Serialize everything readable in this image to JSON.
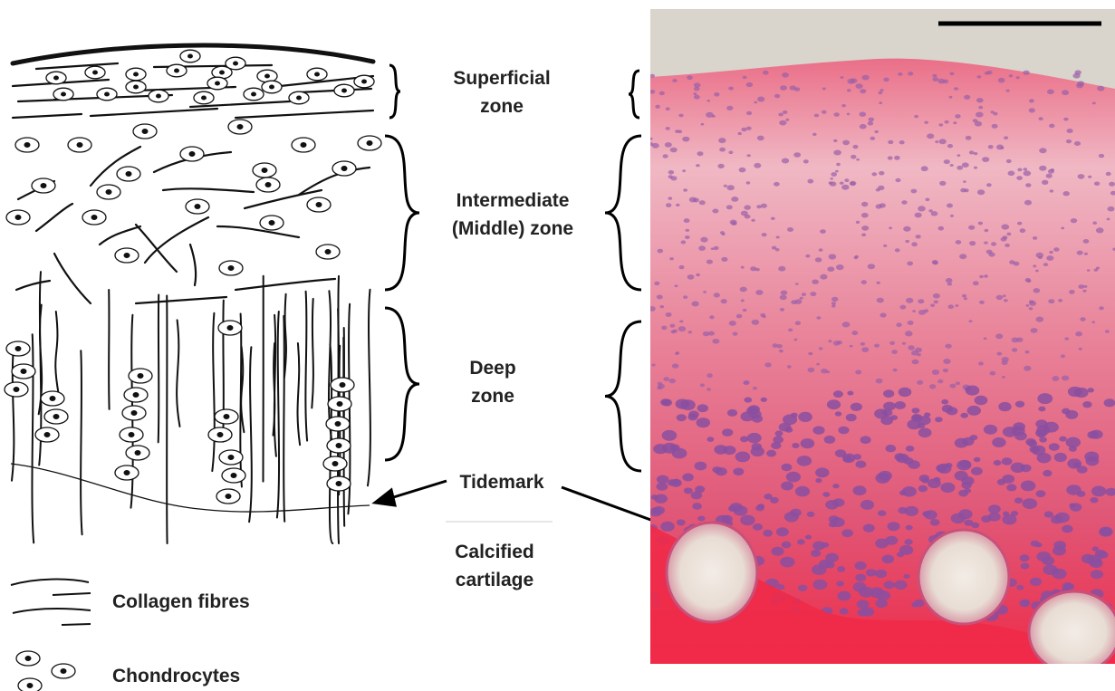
{
  "zones": {
    "superficial": [
      "Superficial",
      "zone"
    ],
    "intermediate": [
      "Intermediate",
      "(Middle) zone"
    ],
    "deep": [
      "Deep",
      "zone"
    ],
    "tidemark": "Tidemark",
    "calcified": [
      "Calcified",
      "cartilage"
    ]
  },
  "legend": {
    "collagen_label": "Collagen fibres",
    "chondrocyte_label": "Chondrocytes"
  },
  "colors": {
    "ink": "#111111",
    "stain_pink": "#e6506e",
    "stain_light": "#eeb0bf",
    "nuclei": "#7a4a9a",
    "calcified_red": "#f02845",
    "marrow": "#ece4dc"
  },
  "icons": [
    "brace-icon",
    "arrow-icon",
    "scale-bar-icon",
    "chondrocyte-icon",
    "collagen-fibre-icon"
  ]
}
